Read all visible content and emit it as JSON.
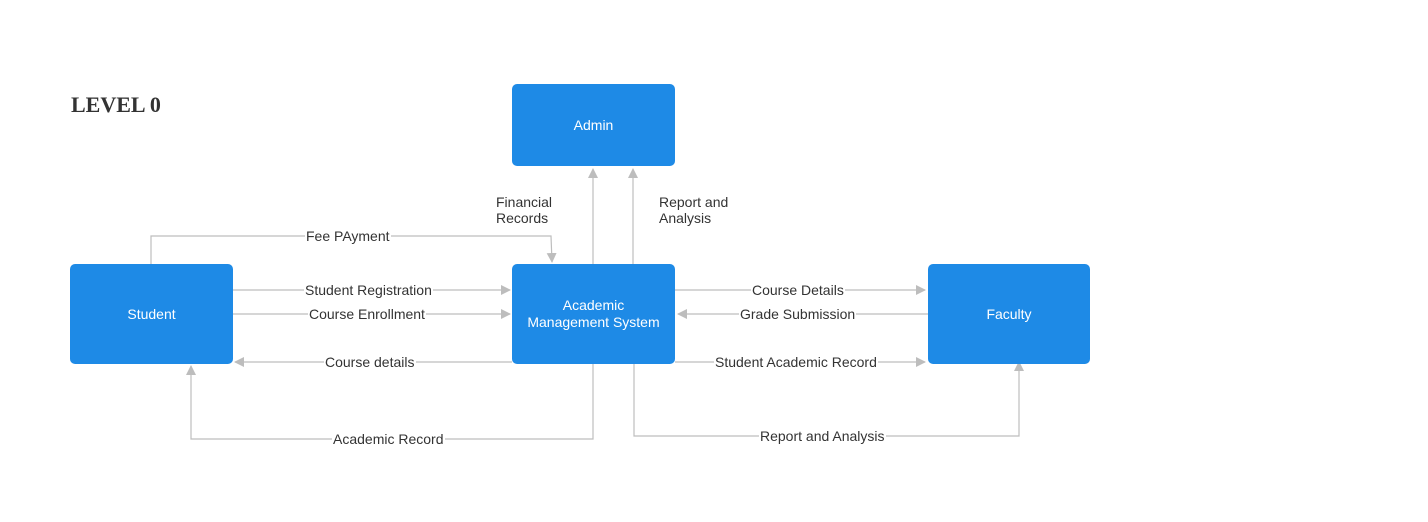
{
  "title": "LEVEL 0",
  "colors": {
    "node_fill": "#1e8ae6",
    "node_text": "#ffffff",
    "edge_stroke": "#bdbdbd",
    "label_text": "#333333"
  },
  "nodes": {
    "admin": "Admin",
    "student": "Student",
    "ams": "Academic\nManagement System",
    "faculty": "Faculty"
  },
  "edges": {
    "fee_payment": "Fee PAyment",
    "financial_records": "Financial\nRecords",
    "report_analysis_admin": "Report and\nAnalysis",
    "student_registration": "Student Registration",
    "course_enrollment": "Course Enrollment",
    "course_details_to_student": "Course details",
    "academic_record": "Academic Record",
    "course_details_to_faculty": "Course Details",
    "grade_submission": "Grade Submission",
    "student_academic_record": "Student Academic Record",
    "report_analysis_faculty": "Report and Analysis"
  }
}
